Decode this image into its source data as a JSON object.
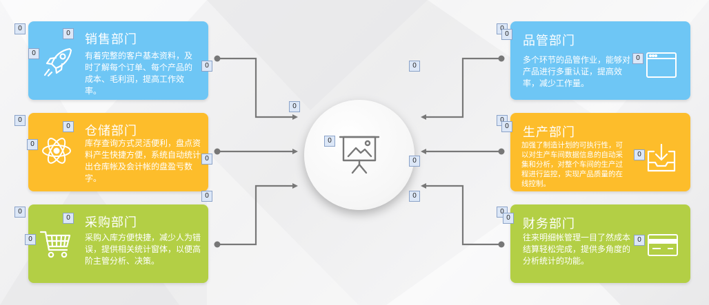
{
  "departments": [
    {
      "key": "sales",
      "title": "销售部门",
      "desc": "有着完整的客户基本资料，及时了解每个订单、每个产品的成本、毛利润，提高工作效率。",
      "icon": "rocket-icon"
    },
    {
      "key": "warehouse",
      "title": "仓储部门",
      "desc": "库存查询方式灵活便利，盘点资料产生快捷方便，系统自动统计出仓库帐及会计帐的盘盈亏数字。",
      "icon": "atom-icon"
    },
    {
      "key": "purchase",
      "title": "采购部门",
      "desc": "采购入库方便快捷，减少人为错误，提供相关统计窗体，以便高阶主管分析、决策。",
      "icon": "cart-icon"
    },
    {
      "key": "quality",
      "title": "品管部门",
      "desc": "多个环节的品管作业，能够对产品进行多重认证，提高效率，减少工作量。",
      "icon": "window-icon"
    },
    {
      "key": "production",
      "title": "生产部门",
      "desc": "加强了制造计划的可执行性，可以对生产车间数据信息的自动采集和分析，对整个车间的生产过程进行监控，实现产品质量的在线控制。",
      "icon": "inbox-download-icon"
    },
    {
      "key": "finance",
      "title": "财务部门",
      "desc": "往来明细帐管理一目了然成本结算轻松完成，提供多角度的分析统计的功能。",
      "icon": "credit-card-icon"
    }
  ],
  "center": {
    "icon": "presentation-board-icon"
  },
  "badge_value": "0",
  "colors": {
    "blue": "#6ec6f5",
    "orange": "#fdbd2b",
    "green": "#b3cf45",
    "connector": "#777777"
  }
}
